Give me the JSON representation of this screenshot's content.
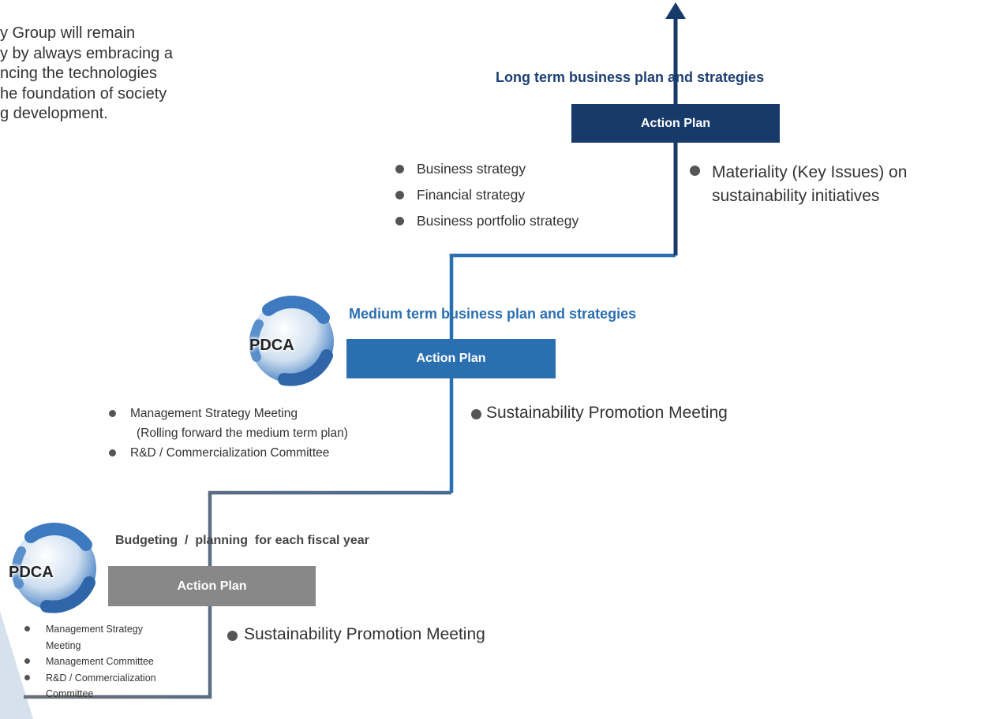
{
  "intro_text": "y Group will remain\ny by always embracing a\nncing the technologies\nhe foundation of society\ng development.",
  "long_term": {
    "heading": "Long term business plan and strategies",
    "action_plan": "Action Plan",
    "left_items": [
      "Business strategy",
      "Financial strategy",
      "Business portfolio strategy"
    ],
    "right_item": "Materiality (Key Issues) on\nsustainability initiatives"
  },
  "medium_term": {
    "heading": "Medium term business plan and strategies",
    "action_plan": "Action Plan",
    "pdca": "PDCA",
    "left_items": [
      {
        "text": "Management Strategy Meeting",
        "sub": "(Rolling forward the medium term plan)"
      },
      {
        "text": "R&D / Commercialization Committee"
      }
    ],
    "right_item": "Sustainability Promotion Meeting"
  },
  "fiscal_year": {
    "heading": "Budgeting  /  planning  for each fiscal year",
    "action_plan": "Action Plan",
    "pdca": "PDCA",
    "left_items": [
      {
        "line1": "Management Strategy",
        "line2": "Meeting"
      },
      {
        "line1": "Management Committee"
      },
      {
        "line1": "R&D / Commercialization",
        "line2": "Committee"
      }
    ],
    "right_item": "Sustainability Promotion Meeting"
  },
  "colors": {
    "navy": "#173a6a",
    "blue": "#2a6fb0",
    "gray": "#888888",
    "text": "#333333"
  }
}
